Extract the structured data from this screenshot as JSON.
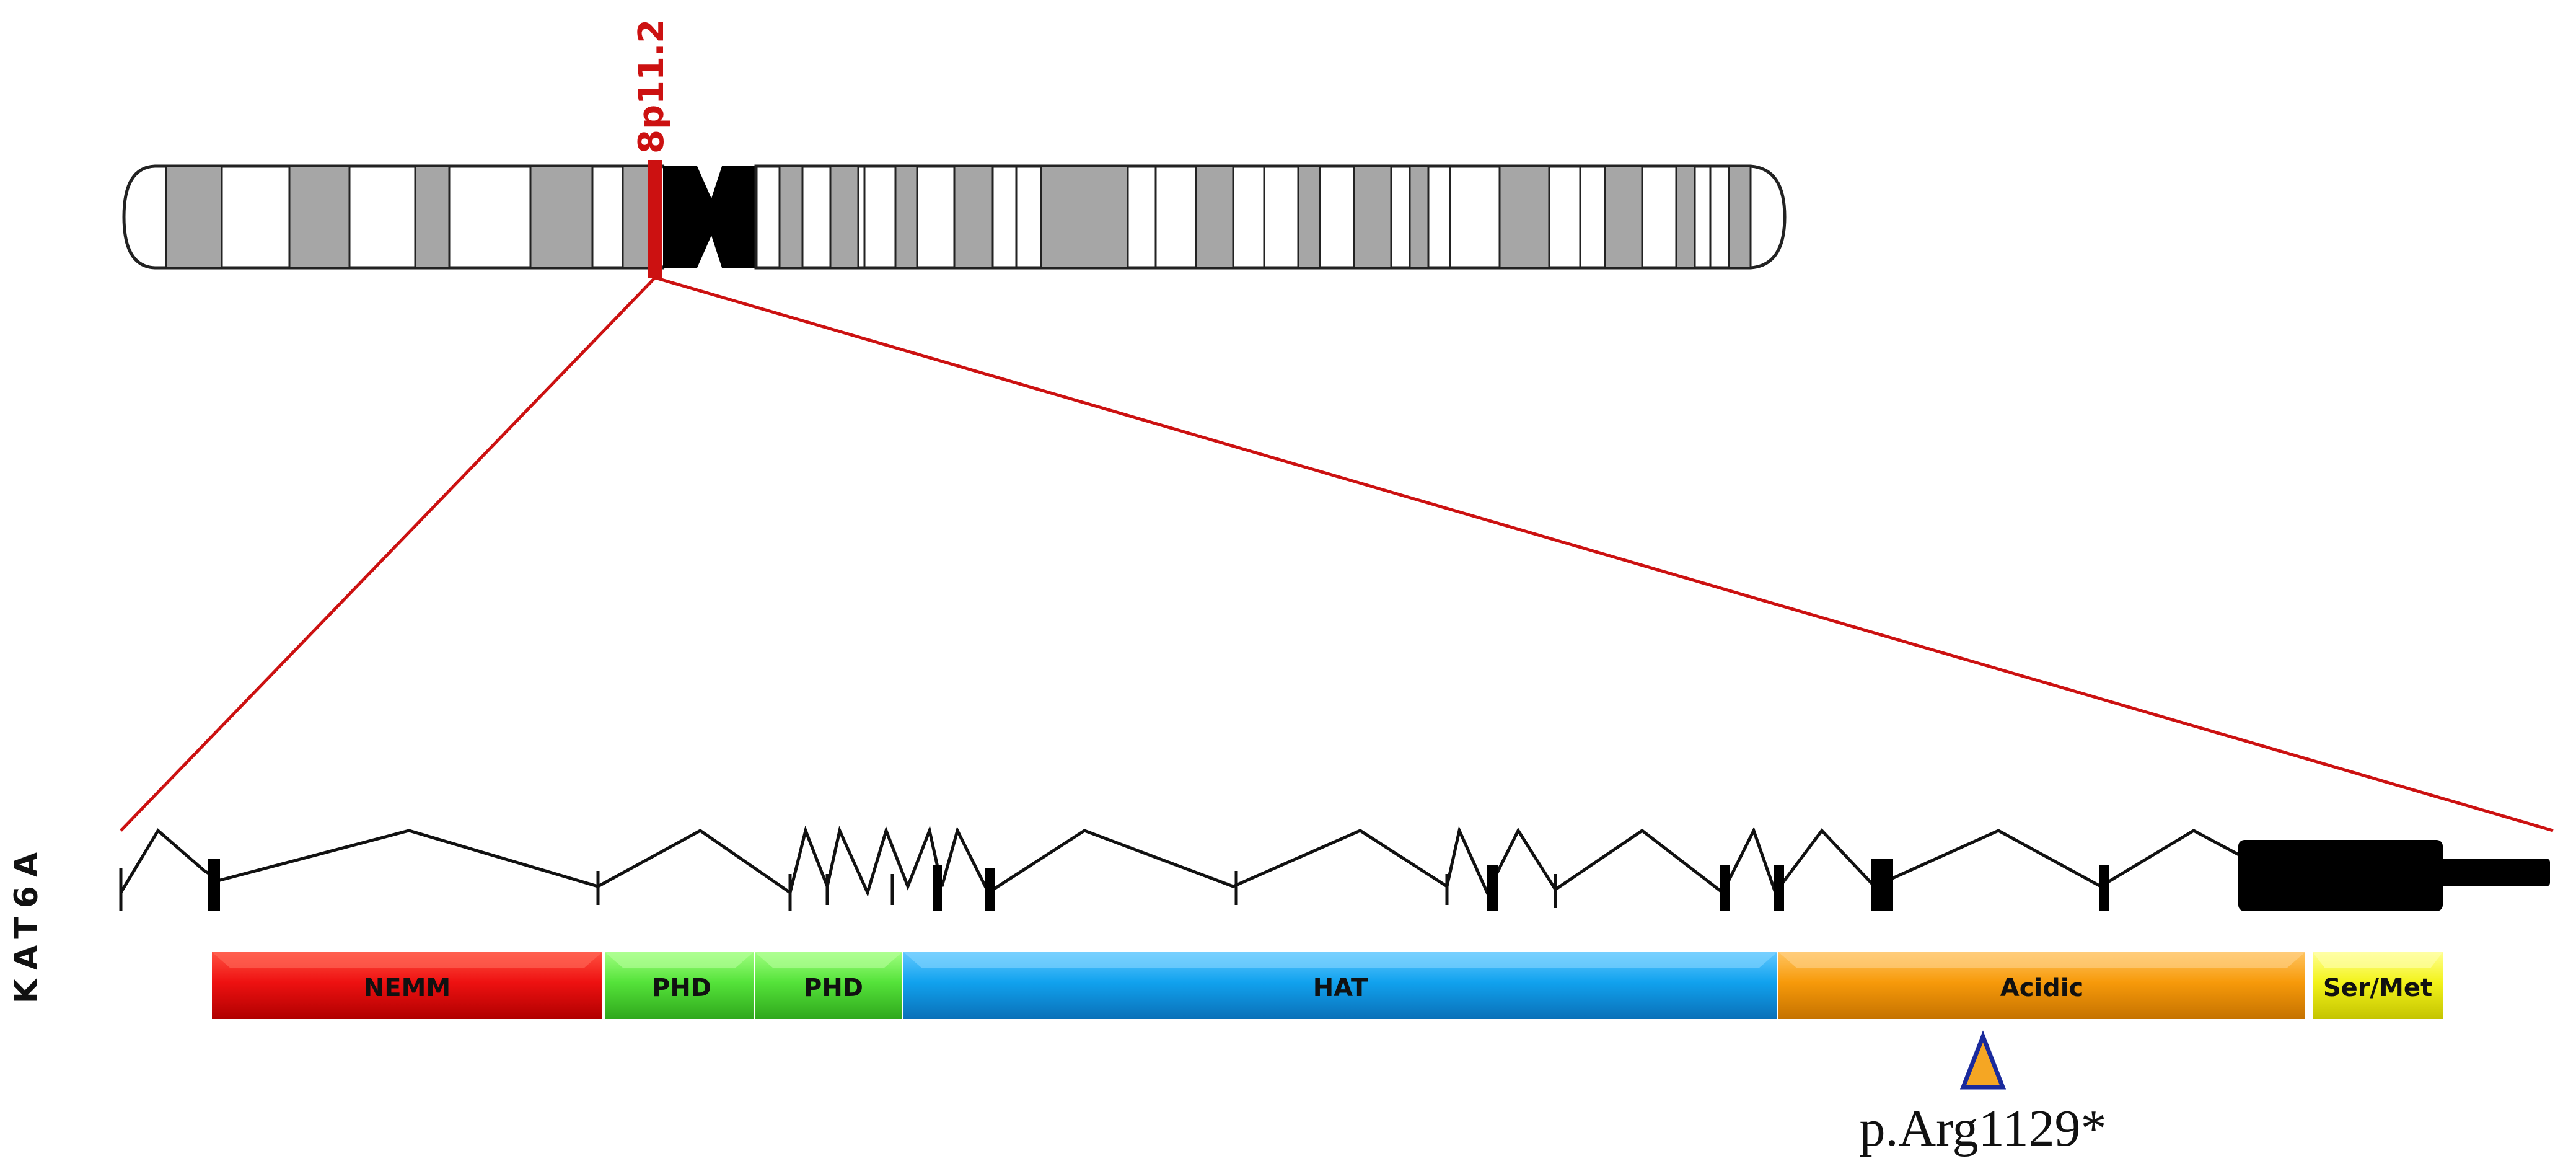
{
  "chromosome": {
    "band_label": "8p11.2",
    "highlight_color": "#cc1111"
  },
  "gene": {
    "name": "KAT6A"
  },
  "domains": [
    {
      "label": "NEMM",
      "color": "#ee1111"
    },
    {
      "label": "PHD",
      "color": "#55e33a"
    },
    {
      "label": "PHD",
      "color": "#55e33a"
    },
    {
      "label": "HAT",
      "color": "#11a2ee"
    },
    {
      "label": "Acidic",
      "color": "#f79a0a"
    },
    {
      "label": "Ser/Met",
      "color": "#f3f31a"
    }
  ],
  "mutation": {
    "label": "p.Arg1129*",
    "marker_color": "#f5a623",
    "marker_outline": "#1a2a9c"
  }
}
